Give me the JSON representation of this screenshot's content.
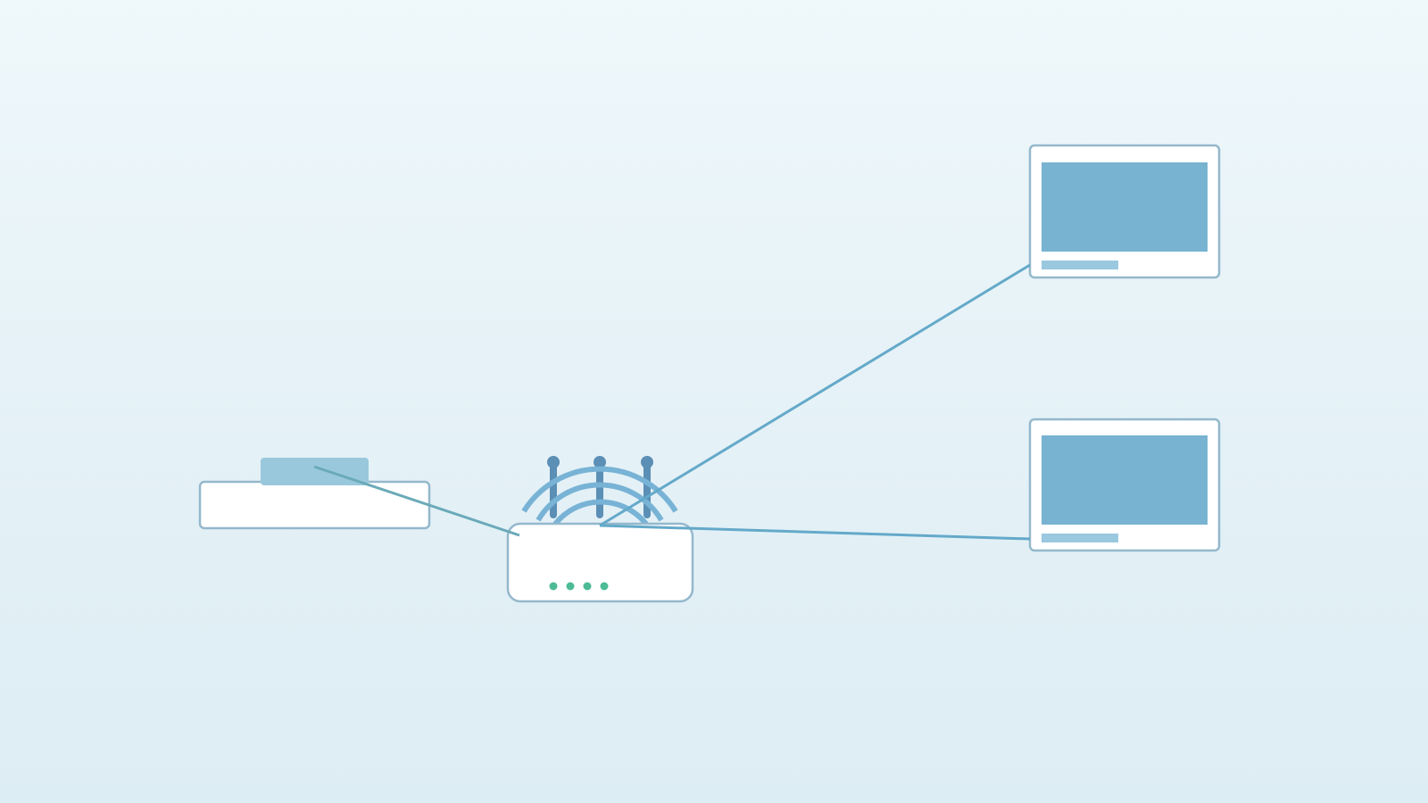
{
  "diagram": {
    "nodes": [
      {
        "id": "modem",
        "icon": "modem-icon"
      },
      {
        "id": "router",
        "icon": "wifi-router-icon",
        "antennas": 3,
        "signal_arcs": 3,
        "status_leds": 4
      },
      {
        "id": "device-top",
        "icon": "monitor-icon"
      },
      {
        "id": "device-bottom",
        "icon": "monitor-icon"
      }
    ],
    "connections": [
      {
        "from": "modem",
        "to": "router",
        "kind": "wired"
      },
      {
        "from": "router",
        "to": "device-top",
        "kind": "link"
      },
      {
        "from": "router",
        "to": "device-bottom",
        "kind": "link"
      }
    ],
    "colors": {
      "background_top": "#eff8fb",
      "background_bottom": "#ddedf4",
      "device_outline": "#94b8cc",
      "device_fill": "#ffffff",
      "screen": "#78b3d1",
      "screen_bar": "#99c8df",
      "modem_top": "#99c8dd",
      "antenna": "#5b8fb5",
      "signal_arcs": "#78b3d6",
      "link_line": "#64a9c9",
      "modem_link": "#6aaab9",
      "status_led": "#4dbb95"
    }
  }
}
